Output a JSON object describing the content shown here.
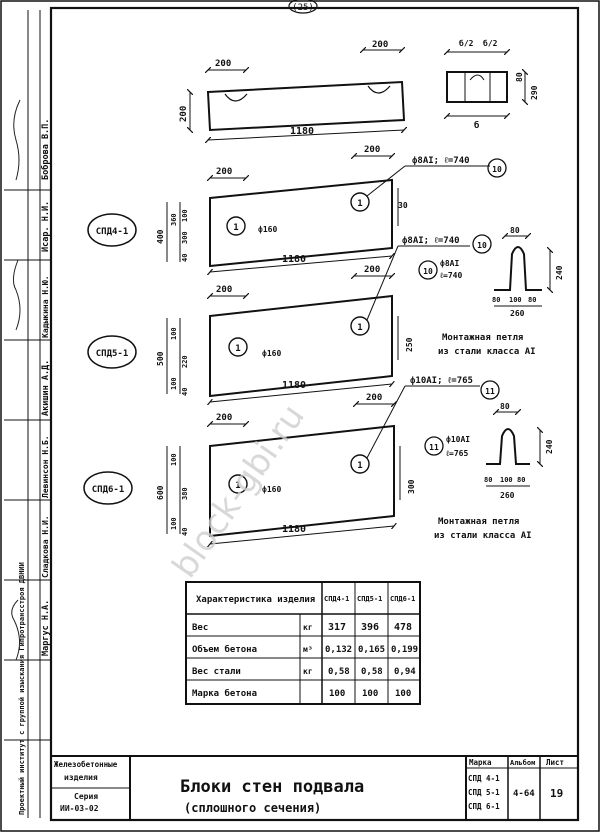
{
  "page_number": "(25)",
  "watermark": "block-gbi.ru",
  "side_stamp": {
    "names": [
      "Боброва В.П.",
      "Исар. Н.И.",
      "Кадыкина Н.Ю.",
      "Акишин А.Д.",
      "Левинсон Н.Б.",
      "Сладкова Н.И.",
      "Маргус Н.А."
    ],
    "org": "Проектный институт с группой изыскания Гипротрансстроя ДВНИИ"
  },
  "top_block": {
    "dims": {
      "w200a": "200",
      "w200b": "200",
      "h200": "200",
      "len": "1180"
    },
    "section": {
      "b2a": "б/2",
      "b2b": "б/2",
      "b": "б",
      "h80": "80",
      "h290": "290"
    }
  },
  "blocks": [
    {
      "id": "spd4",
      "label": "СПД4-1",
      "top_dim": "200",
      "left_dim": "200",
      "len": "1180",
      "heights": [
        "400",
        "360",
        "100",
        "300",
        "40"
      ],
      "rebar": "ф8АI; ℓ=740",
      "rebar_pos": "10",
      "side_dim": "30",
      "hole": "ф160",
      "pos1": "1"
    },
    {
      "id": "spd5",
      "label": "СПД5-1",
      "top_dim": "200",
      "left_dim": "200",
      "len": "1180",
      "heights": [
        "500",
        "100",
        "220",
        "100",
        "40"
      ],
      "rebar": "ф8АI; ℓ=740",
      "rebar_pos": "10",
      "side_dim": "250",
      "hole": "ф160",
      "pos1": "1"
    },
    {
      "id": "spd6",
      "label": "СПД6-1",
      "top_dim": "200",
      "left_dim": "200",
      "len": "1180",
      "heights": [
        "600",
        "100",
        "380",
        "100",
        "40"
      ],
      "rebar": "ф10АI; ℓ=765",
      "rebar_pos": "11",
      "side_dim": "300",
      "hole": "ф160",
      "pos1": "1"
    }
  ],
  "loops": [
    {
      "pos": "10",
      "spec1": "ф8АI",
      "spec2": "ℓ=740",
      "top": "80",
      "h": "240",
      "a": "80",
      "b": "100",
      "c": "80",
      "w": "260",
      "caption1": "Монтажная петля",
      "caption2": "из стали класса АI"
    },
    {
      "pos": "11",
      "spec1": "ф10АI",
      "spec2": "ℓ=765",
      "top": "80",
      "h": "240",
      "a": "80",
      "b": "100",
      "c": "80",
      "w": "260",
      "caption1": "Монтажная петля",
      "caption2": "из стали класса АI"
    }
  ],
  "table": {
    "header": "Характеристика изделия",
    "cols": [
      "СПД4-1",
      "СПД5-1",
      "СПД6-1"
    ],
    "rows": [
      {
        "name": "Вес",
        "unit": "кг",
        "v": [
          "317",
          "396",
          "478"
        ]
      },
      {
        "name": "Объем бетона",
        "unit": "м³",
        "v": [
          "0,132",
          "0,165",
          "0,199"
        ]
      },
      {
        "name": "Вес стали",
        "unit": "кг",
        "v": [
          "0,58",
          "0,58",
          "0,94"
        ]
      },
      {
        "name": "Марка бетона",
        "unit": "",
        "v": [
          "100",
          "100",
          "100"
        ]
      }
    ]
  },
  "title_block": {
    "left1": "Железобетонные",
    "left2": "изделия",
    "left3": "Серия",
    "left4": "ИИ-03-02",
    "title": "Блоки стен подвала",
    "subtitle": "(сплошного сечения)",
    "mark_label": "Марка",
    "marks": [
      "СПД 4-1",
      "СПД 5-1",
      "СПД 6-1"
    ],
    "album_label": "Альбом",
    "album": "4-64",
    "sheet_label": "Лист",
    "sheet": "19"
  }
}
